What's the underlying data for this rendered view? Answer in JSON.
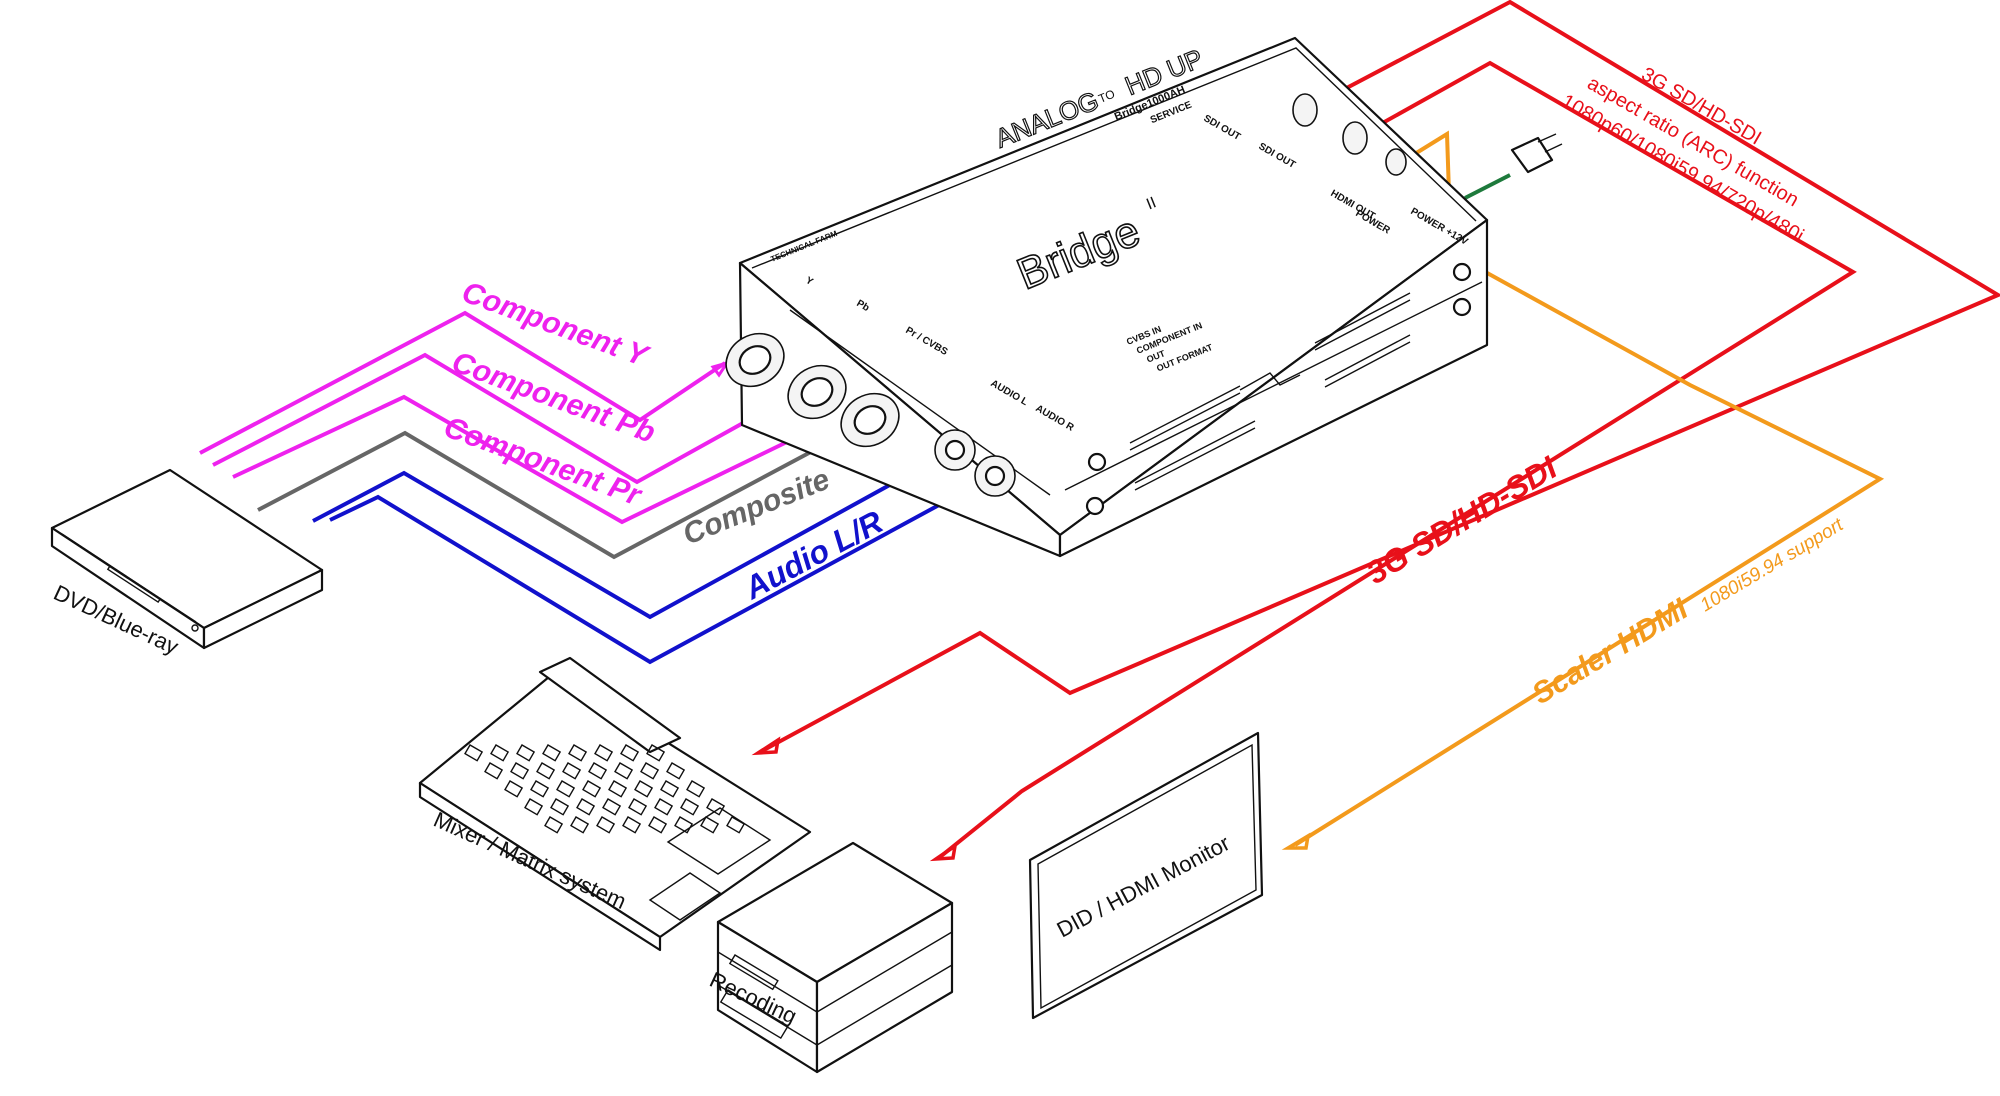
{
  "colors": {
    "component": "#ee22ee",
    "composite": "#666666",
    "audio": "#1111cc",
    "sdi": "#e8101a",
    "hdmi": "#f39a1c",
    "power": "#1e7a3c"
  },
  "device": {
    "brand_upper": "ANALOG",
    "brand_to": "TO",
    "brand_lower": "HD UP",
    "model": "Bridge1000AH",
    "service": "SERVICE",
    "sdi_out_1": "SDI OUT",
    "sdi_out_2": "SDI OUT",
    "hdmi_out": "HDMI OUT",
    "power": "POWER",
    "power_dc": "POWER +12V",
    "name": "Bridge",
    "name_sup": "II",
    "maker": "TECHNICAL FARM",
    "in_y": "Y",
    "in_pb": "Pb",
    "in_pr": "Pr / CVBS",
    "audio_l": "AUDIO L",
    "audio_r": "AUDIO R",
    "led_cvbs": "CVBS IN",
    "led_component": "COMPONENT IN",
    "led_out": "OUT",
    "led_format": "OUT FORMAT",
    "icon": "converter-device-icon"
  },
  "labels": {
    "component_y": "Component Y",
    "component_pb": "Component Pb",
    "component_pr": "Component Pr",
    "composite": "Composite",
    "audio": "Audio L/R",
    "sdi_main": "3G SD/HD-SDI",
    "sdi_note_1": "3G SD/HD-SDI",
    "sdi_note_2": "aspect ratio (ARC) function",
    "sdi_note_3": "1080p60/1080i59.94/720p/480i",
    "hdmi_main": "Scaler HDMI",
    "hdmi_note": "1080i59.94 support"
  },
  "devices": {
    "dvd": {
      "label": "DVD/Blue-ray",
      "icon": "dvd-player-icon"
    },
    "mixer": {
      "label": "Mixer / Matrix system",
      "icon": "mixer-console-icon"
    },
    "recorder": {
      "label": "Recoding",
      "icon": "video-recorder-icon"
    },
    "monitor": {
      "label": "DID / HDMI Monitor",
      "icon": "monitor-icon"
    },
    "plug": {
      "icon": "power-plug-icon"
    }
  }
}
